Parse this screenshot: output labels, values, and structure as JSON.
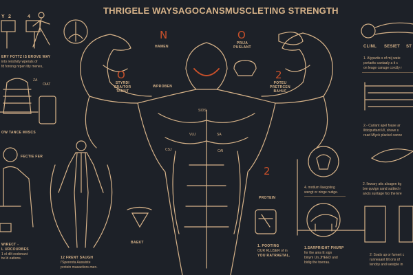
{
  "title": "THRIGELE WAYSAGOCANSMUSCLETING STRENGTH",
  "colors": {
    "background": "#1d2128",
    "line": "#d8b48a",
    "accent": "#c8502a"
  },
  "top_left": {
    "numbers": [
      "Y",
      "2",
      "4"
    ],
    "caption": [
      "ERY FOTTZ IS EROVE WAY",
      "into rerstivity wperals of",
      "fd fonong nrpen tity menes,"
    ]
  },
  "left_mid": {
    "labels": [
      "OIAT",
      "ZA"
    ],
    "caption": "OW TANCE MIISCS"
  },
  "left_bottom": {
    "label": "FECTIE FER",
    "caption": [
      "WIRECT -",
      "L URCOURBES",
      "1 ol dilt eodonant",
      "tw ld eations."
    ]
  },
  "center_figure": {
    "caption": [
      "12 FRENT SAUGH",
      "l'Sperenta Aaswiste",
      "protein masactiors-men."
    ]
  },
  "center": {
    "callouts": [
      {
        "num": "N",
        "label": "HAMEN"
      },
      {
        "num": "O",
        "label": "STYRDI CRAITOR TAMUT"
      },
      {
        "num": "O",
        "label": "PRIJA PUSLANT"
      },
      {
        "num": "2",
        "label": "POTEU PRETRCEN BAHUF"
      },
      {
        "num": "2",
        "label": "PROTEIN"
      }
    ],
    "small": [
      "WPROBEN",
      "SIDS",
      "VUJ",
      "CSJ",
      "CAI",
      "SA"
    ],
    "badge": "BAEKT",
    "jar_caption": [
      "1. POOTING",
      "OUR RLUSER of in",
      "YOU RATRAETAL."
    ]
  },
  "right": {
    "tabs": [
      "CLINL",
      "SESIET",
      "ST"
    ],
    "item1": [
      "1. Alypartis s of mij wate",
      "portarits cantaaly a it c",
      "on leage canuge corctly r"
    ],
    "item2": [
      "2.- Carlant apel foase ar",
      "lliticiputtant l/l/, shave s",
      "read Mlyck plackel canne"
    ],
    "skull_caption": [
      "4. motlum llaegoting",
      "wengt or ninge nutige."
    ],
    "bull_caption": [
      "1.SARPRIGHT PHURP",
      "for the ams E sign",
      "binym Un.JHEED and",
      "bidig the toerrau."
    ],
    "item3": [
      "2. llewary atic aloagen tig",
      "bre quvign sand suttted r",
      "ancis suntage foo the Ere"
    ],
    "item4": [
      "2: Soals up or fumert c",
      "runneaant tilt ons of",
      "tendoy and westple in"
    ]
  }
}
